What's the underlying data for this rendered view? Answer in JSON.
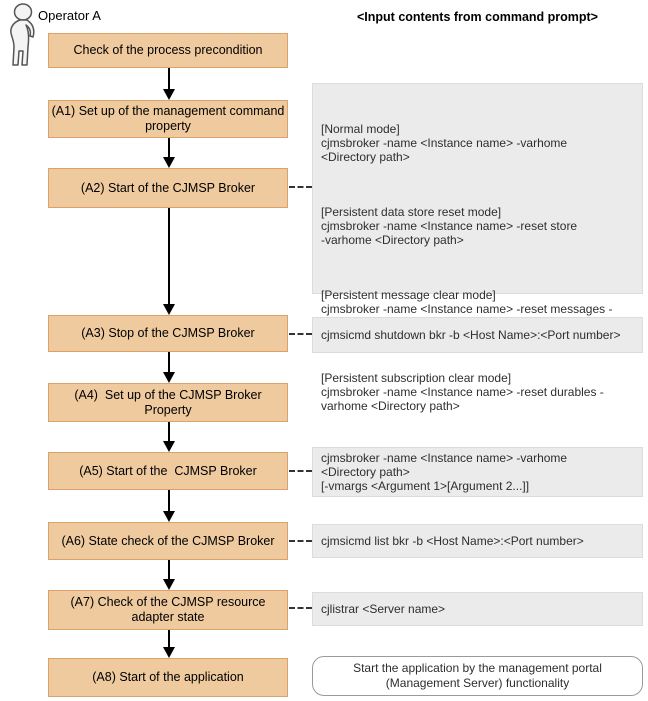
{
  "operator": {
    "label": "Operator A"
  },
  "right_title": "<Input contents from command prompt>",
  "colors": {
    "step_fill": "#eeca9e",
    "step_border": "#dba36b",
    "note_fill": "#ebebeb",
    "note_border": "#dcdcdc"
  },
  "steps": [
    {
      "id": "precondition",
      "label": "Check of the process precondition"
    },
    {
      "id": "a1",
      "label": "(A1) Set up of the management command\nproperty"
    },
    {
      "id": "a2",
      "label": "(A2) Start of the CJMSP Broker"
    },
    {
      "id": "a3",
      "label": "(A3) Stop of the CJMSP Broker"
    },
    {
      "id": "a4",
      "label": "(A4)  Set up of the CJMSP Broker\nProperty"
    },
    {
      "id": "a5",
      "label": "(A5) Start of the  CJMSP Broker"
    },
    {
      "id": "a6",
      "label": "(A6) State check of the CJMSP Broker"
    },
    {
      "id": "a7",
      "label": "(A7) Check of the CJMSP resource\nadapter state"
    },
    {
      "id": "a8",
      "label": "(A8) Start of the application"
    }
  ],
  "notes": {
    "a2_groups": [
      "[Normal mode]\ncjmsbroker -name <Instance name> -varhome\n<Directory path>",
      "[Persistent data store reset mode]\ncjmsbroker -name <Instance name> -reset store\n-varhome <Directory path>",
      "[Persistent message clear mode]\ncjmsbroker -name <Instance name> -reset messages -\nvarhome <Directory path>",
      "[Persistent subscription clear mode]\ncjmsbroker -name <Instance name> -reset durables -\nvarhome <Directory path>"
    ],
    "a3": "cjmsicmd shutdown bkr -b <Host Name>:<Port number>",
    "a5": "cjmsbroker -name <Instance name> -varhome\n<Directory path>\n[-vmargs <Argument 1>[Argument 2...]]",
    "a6": "cjmsicmd list bkr -b <Host Name>:<Port number>",
    "a7": "cjlistrar <Server name>",
    "a8": "Start the application by the management portal\n(Management Server) functionality"
  }
}
